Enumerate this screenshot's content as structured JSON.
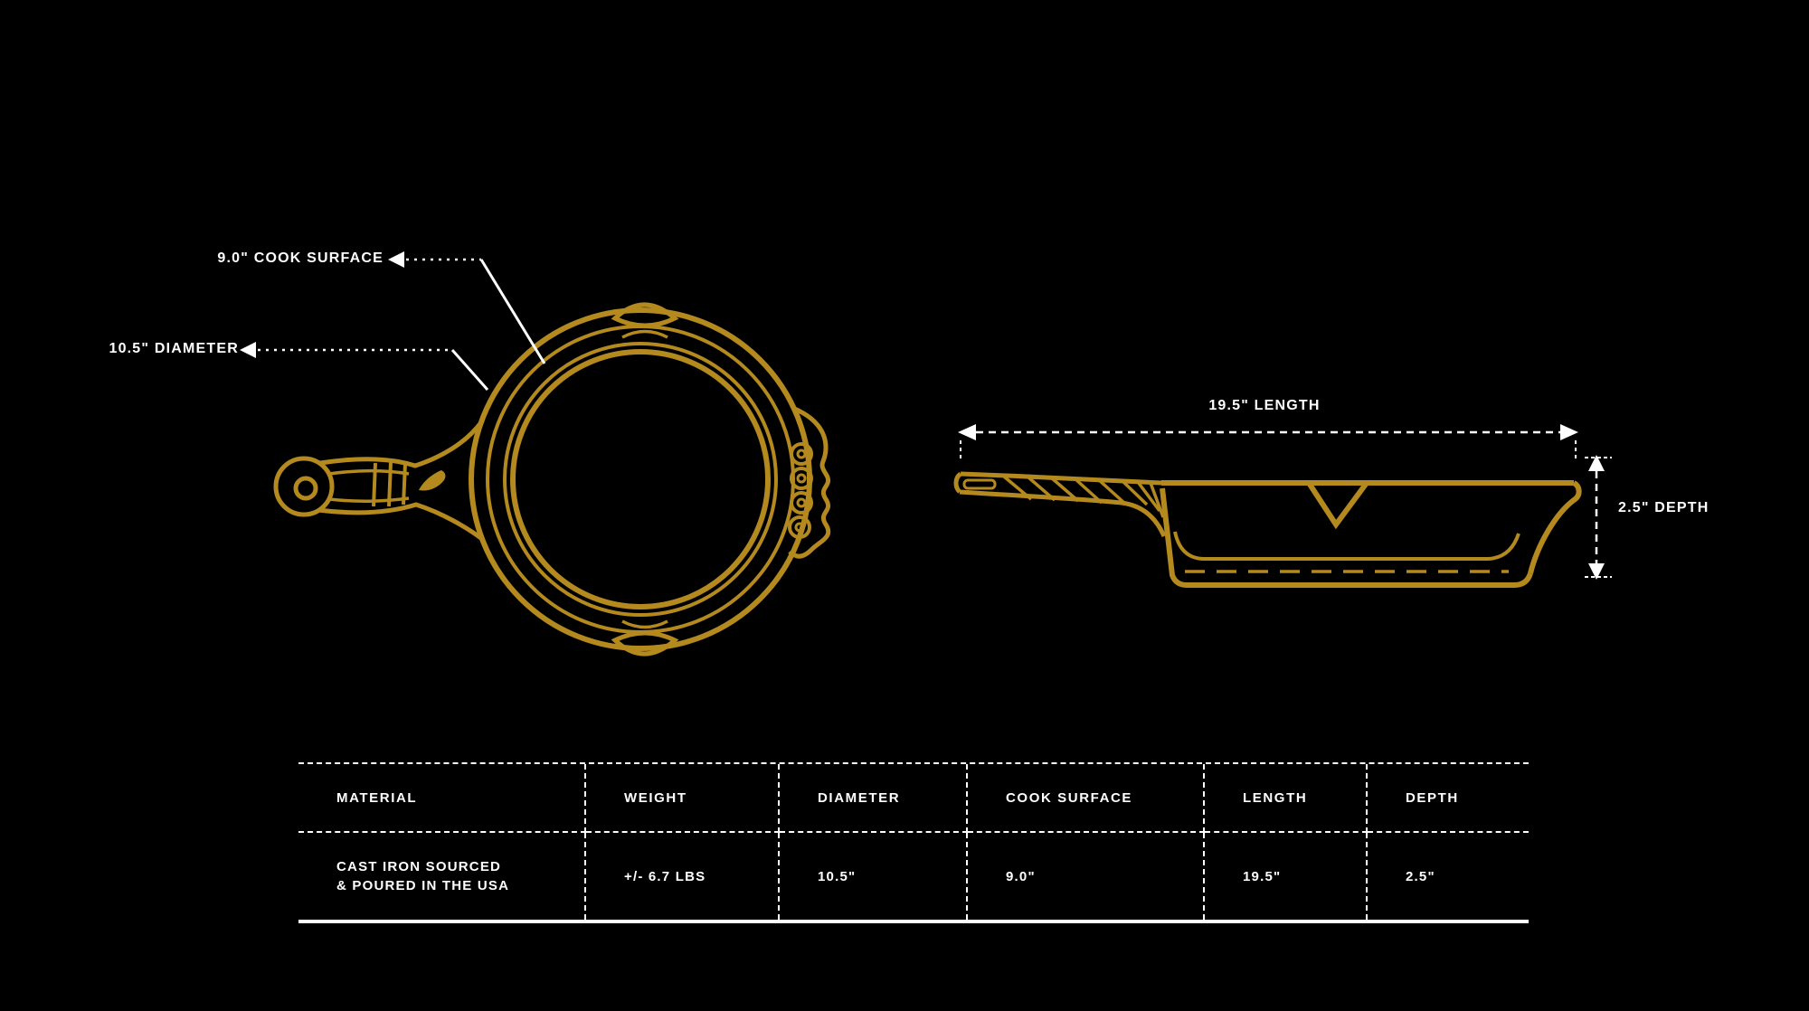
{
  "colors": {
    "background": "#000000",
    "line_gold": "#B4891E",
    "line_white": "#FFFFFF"
  },
  "top_view": {
    "cook_surface_label": "9.0\" COOK SURFACE",
    "diameter_label": "10.5\" DIAMETER"
  },
  "side_view": {
    "length_label": "19.5\" LENGTH",
    "depth_label": "2.5\" DEPTH"
  },
  "table": {
    "headers": [
      "MATERIAL",
      "WEIGHT",
      "DIAMETER",
      "COOK SURFACE",
      "LENGTH",
      "DEPTH"
    ],
    "row": {
      "material": "CAST IRON SOURCED\n& POURED IN THE USA",
      "weight": "+/- 6.7 LBS",
      "diameter": "10.5\"",
      "cook_surface": "9.0\"",
      "length": "19.5\"",
      "depth": "2.5\""
    }
  }
}
